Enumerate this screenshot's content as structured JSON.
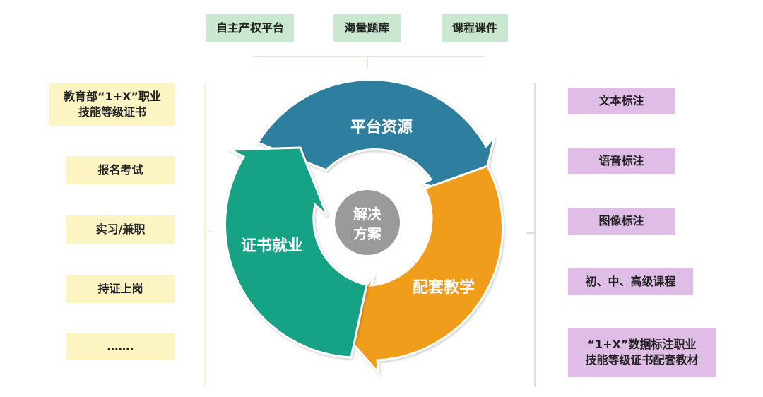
{
  "top_items": [
    "自主产权平台",
    "海量题库",
    "课程课件"
  ],
  "left_items": [
    [
      "教育部“1+X”职业",
      "技能等级证书"
    ],
    [
      "报名考试"
    ],
    [
      "实习/兼职"
    ],
    [
      "持证上岗"
    ],
    [
      "……."
    ]
  ],
  "right_items": [
    [
      "文本标注"
    ],
    [
      "语音标注"
    ],
    [
      "图像标注"
    ],
    [
      "初、中、高级课程"
    ],
    [
      "“1+X”数据标注职业",
      "技能等级证书配套教材"
    ]
  ],
  "cycle": {
    "platform": "平台资源",
    "teaching": "配套教学",
    "cert": "证书就业",
    "center_line1": "解决",
    "center_line2": "方案"
  },
  "colors": {
    "platform": "#2e7ea0",
    "teaching": "#f19d1a",
    "cert": "#13a284",
    "center": "#9a9a9a",
    "green_box": "#c9e8cf",
    "yellow_box": "#fdf4c4",
    "purple_box": "#dfbde6"
  }
}
